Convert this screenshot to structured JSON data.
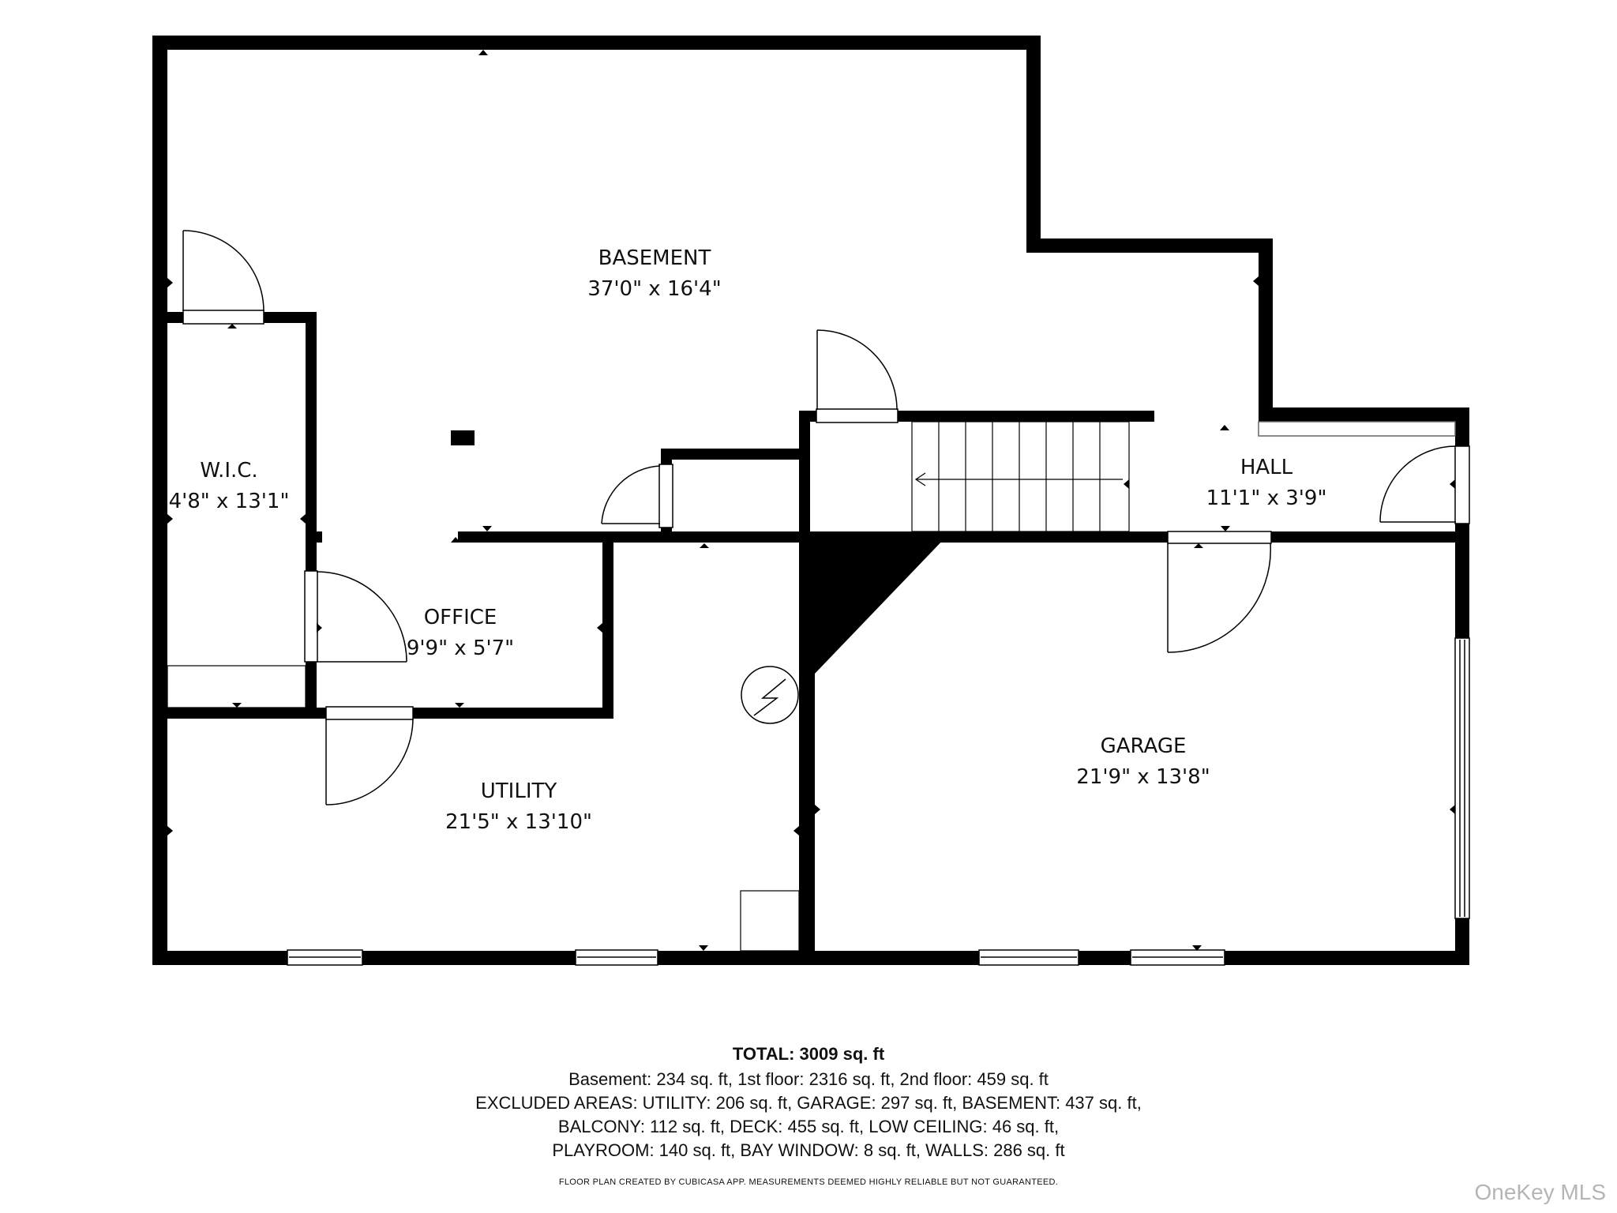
{
  "rooms": {
    "basement": {
      "name": "BASEMENT",
      "dims": "37'0\" x 16'4\""
    },
    "wic": {
      "name": "W.I.C.",
      "dims": "4'8\" x 13'1\""
    },
    "office": {
      "name": "OFFICE",
      "dims": "9'9\" x 5'7\""
    },
    "hall": {
      "name": "HALL",
      "dims": "11'1\" x 3'9\""
    },
    "utility": {
      "name": "UTILITY",
      "dims": "21'5\" x 13'10\""
    },
    "garage": {
      "name": "GARAGE",
      "dims": "21'9\" x 13'8\""
    }
  },
  "summary": {
    "total": "TOTAL: 3009 sq. ft",
    "lines": [
      "Basement: 234 sq. ft, 1st floor: 2316 sq. ft, 2nd floor: 459 sq. ft",
      "EXCLUDED AREAS: UTILITY: 206 sq. ft, GARAGE: 297 sq. ft, BASEMENT: 437 sq. ft,",
      "BALCONY: 112 sq. ft, DECK: 455 sq. ft, LOW CEILING: 46 sq. ft,",
      "PLAYROOM: 140 sq. ft, BAY WINDOW: 8 sq. ft, WALLS: 286 sq. ft"
    ],
    "disclaimer": "FLOOR PLAN CREATED BY CUBICASA APP. MEASUREMENTS DEEMED HIGHLY RELIABLE BUT NOT GUARANTEED."
  },
  "watermark": "OneKey MLS",
  "colors": {
    "wall": "#000000",
    "background": "#ffffff",
    "watermark": "#b5b5b5"
  }
}
